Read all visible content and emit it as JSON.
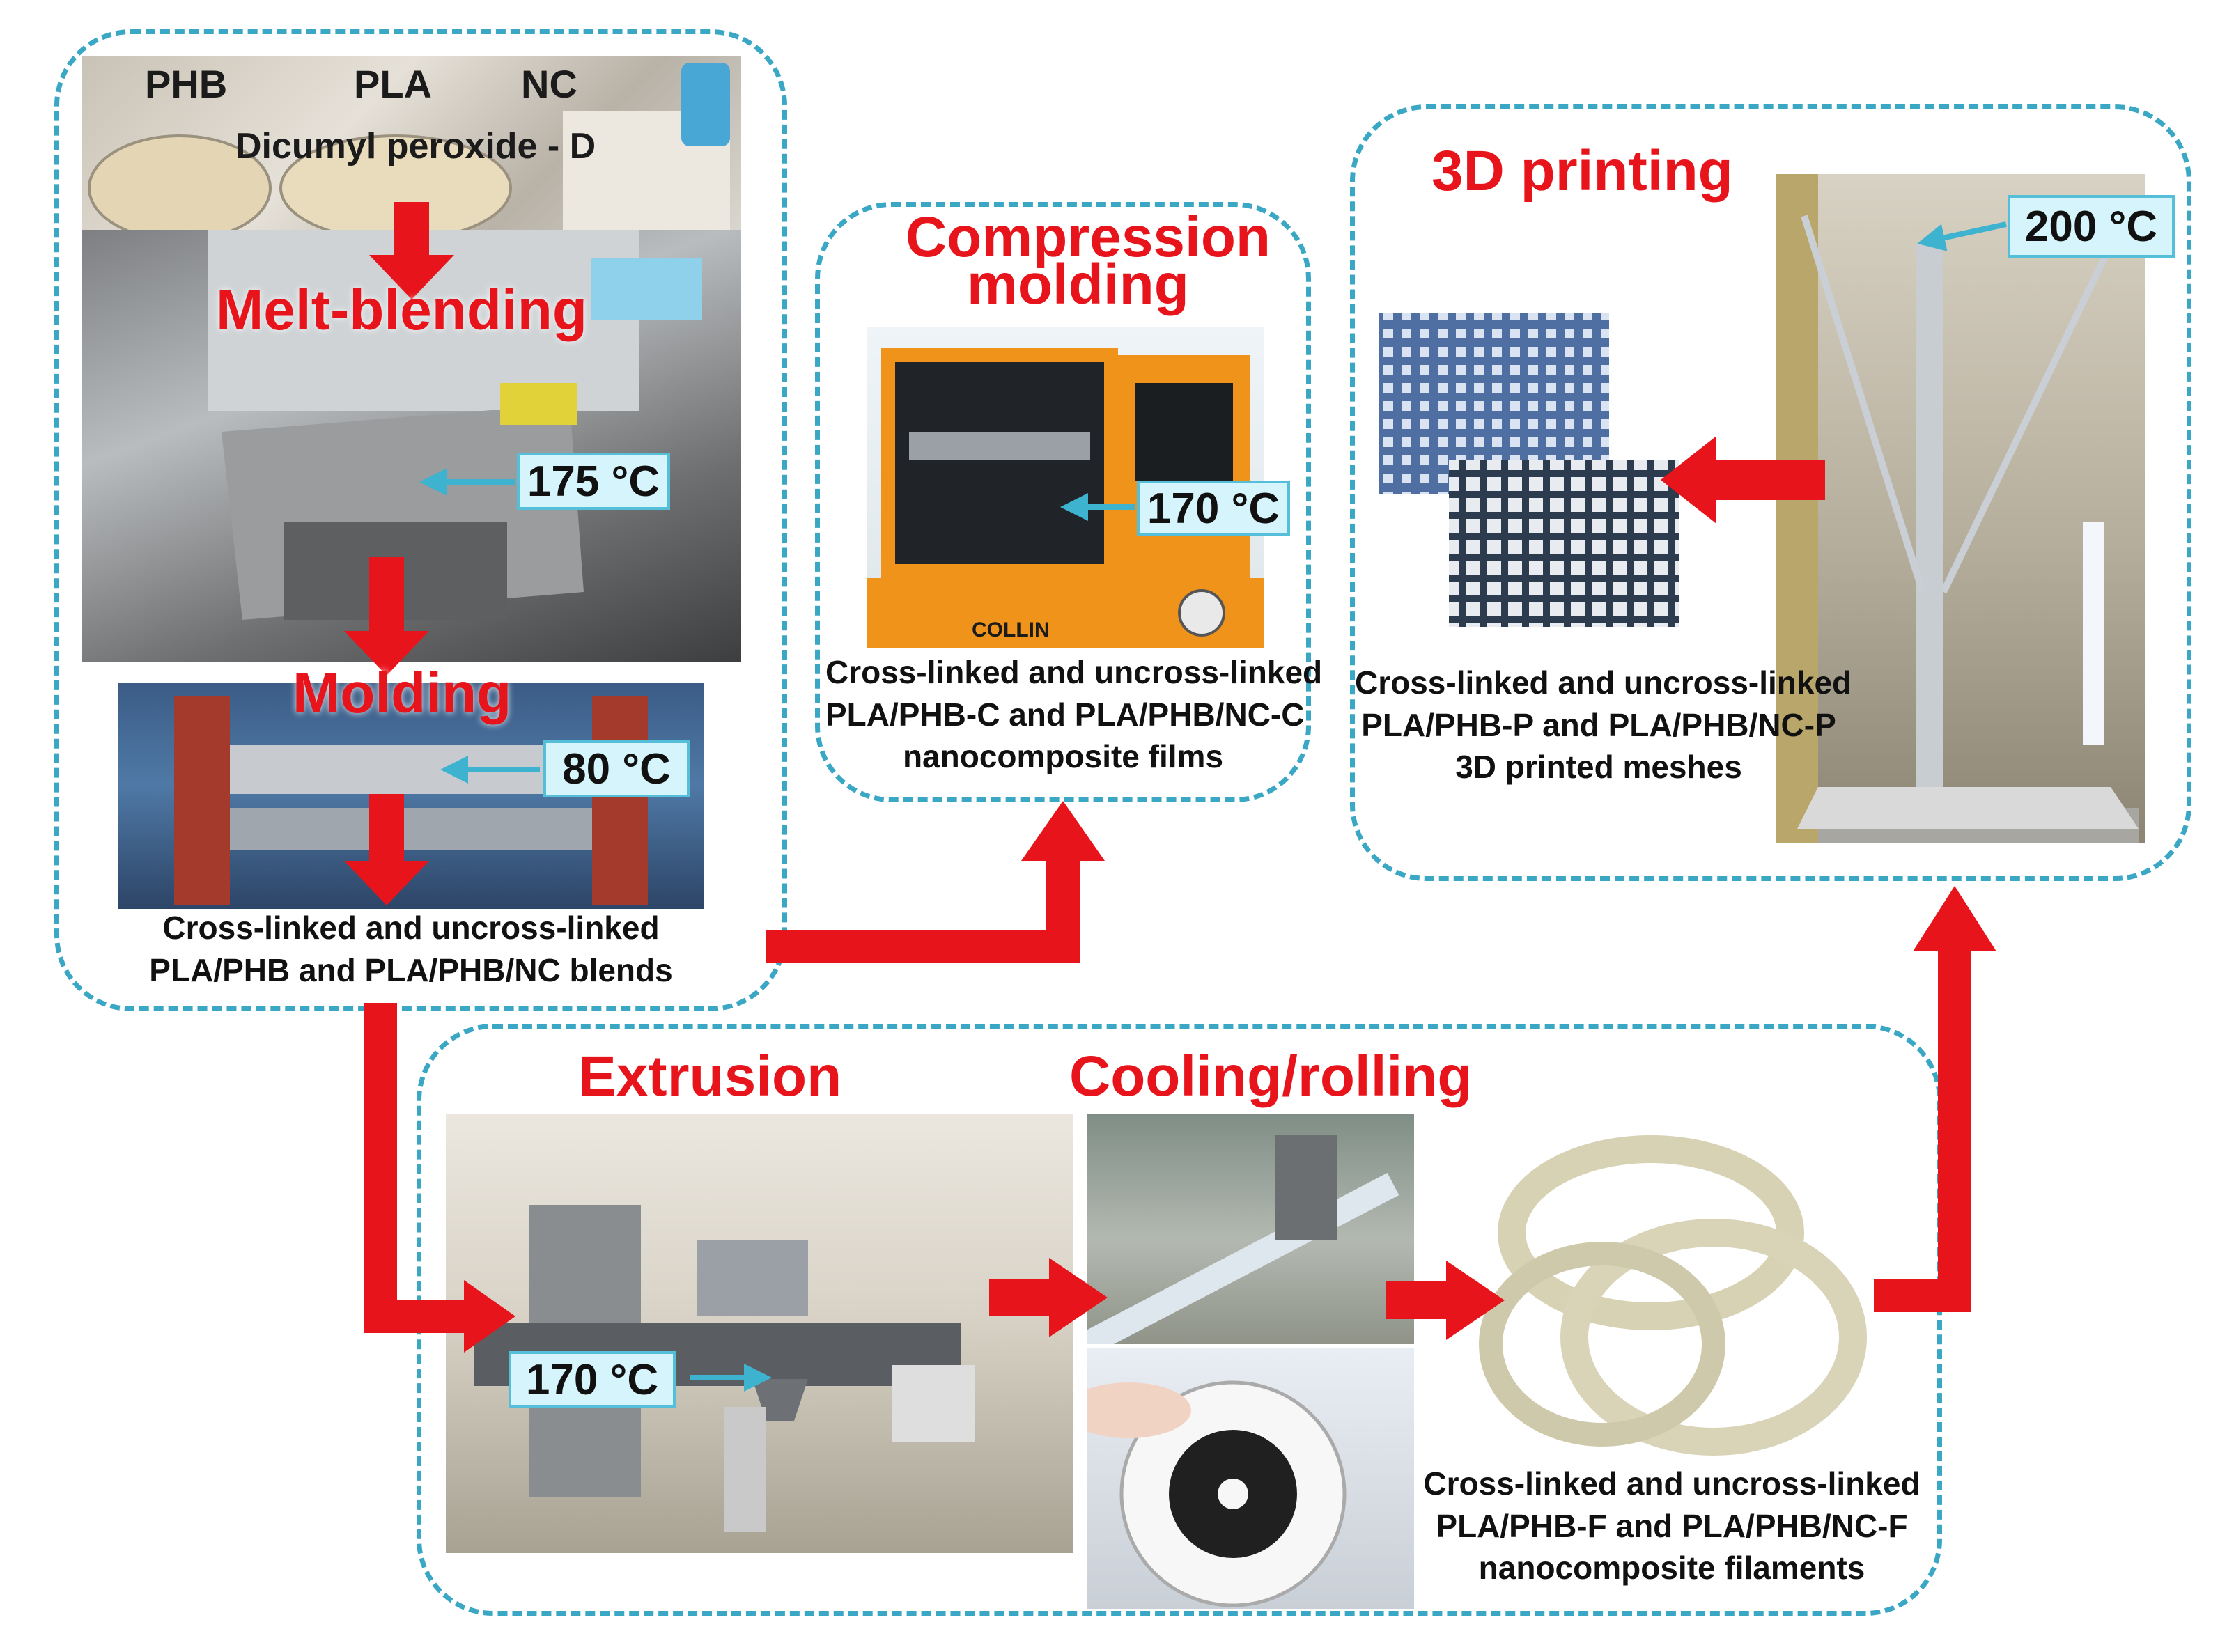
{
  "colors": {
    "accent_red": "#e8141b",
    "panel_border": "#3aa7c4",
    "temp_fill": "#d6f4fb",
    "temp_border": "#55bfd9"
  },
  "materials": {
    "phb": "PHB",
    "pla": "PLA",
    "nc": "NC",
    "dicumyl": "Dicumyl peroxide - D"
  },
  "blending": {
    "melt_title": "Melt-blending",
    "melt_temp": "175 °C",
    "molding_title": "Molding",
    "molding_temp": "80 °C",
    "caption": [
      "Cross-linked and uncross-linked",
      "PLA/PHB and PLA/PHB/NC blends"
    ]
  },
  "compression": {
    "title_line1": "Compression",
    "title_line2": "molding",
    "temp": "170 °C",
    "brand": "COLLIN",
    "caption": [
      "Cross-linked and uncross-linked",
      "PLA/PHB-C and PLA/PHB/NC-C",
      "nanocomposite films"
    ]
  },
  "printing": {
    "title": "3D printing",
    "temp": "200 °C",
    "caption": [
      "Cross-linked and uncross-linked",
      "PLA/PHB-P and PLA/PHB/NC-P",
      "3D printed meshes"
    ]
  },
  "extrusion": {
    "title": "Extrusion",
    "temp": "170 °C",
    "cooling_title": "Cooling/rolling",
    "caption": [
      "Cross-linked and uncross-linked",
      "PLA/PHB-F and PLA/PHB/NC-F",
      "nanocomposite filaments"
    ]
  }
}
